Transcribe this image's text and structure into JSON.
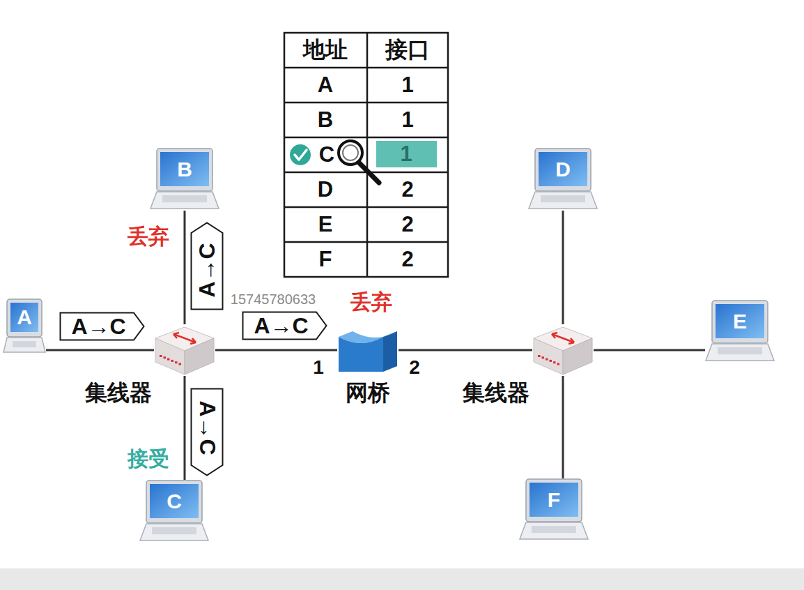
{
  "diagram": {
    "nodes": [
      {
        "text": [
          "B"
        ]
      },
      {
        "text": [
          "D"
        ]
      },
      {
        "text": [
          "A→C"
        ]
      },
      {
        "text": [
          "A"
        ]
      },
      {
        "text": [
          "A→C"
        ]
      },
      {
        "text": [
          "A→C"
        ]
      },
      {
        "text": [
          "网桥"
        ]
      },
      {
        "text": [
          "集线器"
        ]
      },
      {
        "text": [
          "集线器"
        ]
      },
      {
        "text": [
          "E"
        ]
      },
      {
        "text": [
          "A→C"
        ]
      },
      {
        "text": [
          "C"
        ]
      },
      {
        "text": [
          "F"
        ]
      }
    ],
    "edges": [
      {
        "from": 3,
        "to": 7,
        "arrow": "none"
      },
      {
        "from": 0,
        "to": 7,
        "arrow": "none"
      },
      {
        "from": 7,
        "to": 11,
        "arrow": "none"
      },
      {
        "from": 7,
        "to": 6,
        "arrow": "none"
      },
      {
        "from": 6,
        "to": 8,
        "arrow": "none"
      },
      {
        "from": 1,
        "to": 8,
        "arrow": "none"
      },
      {
        "from": 8,
        "to": 9,
        "arrow": "none"
      },
      {
        "from": 8,
        "to": 12,
        "arrow": "none"
      }
    ],
    "labels": [
      "地址",
      "接口",
      "A",
      "1",
      "B",
      "1",
      "C",
      "1",
      "D",
      "2",
      "E",
      "2",
      "F",
      "2",
      "丢弃",
      "丢弃",
      "15745780633",
      "1",
      "2",
      "接受"
    ]
  }
}
